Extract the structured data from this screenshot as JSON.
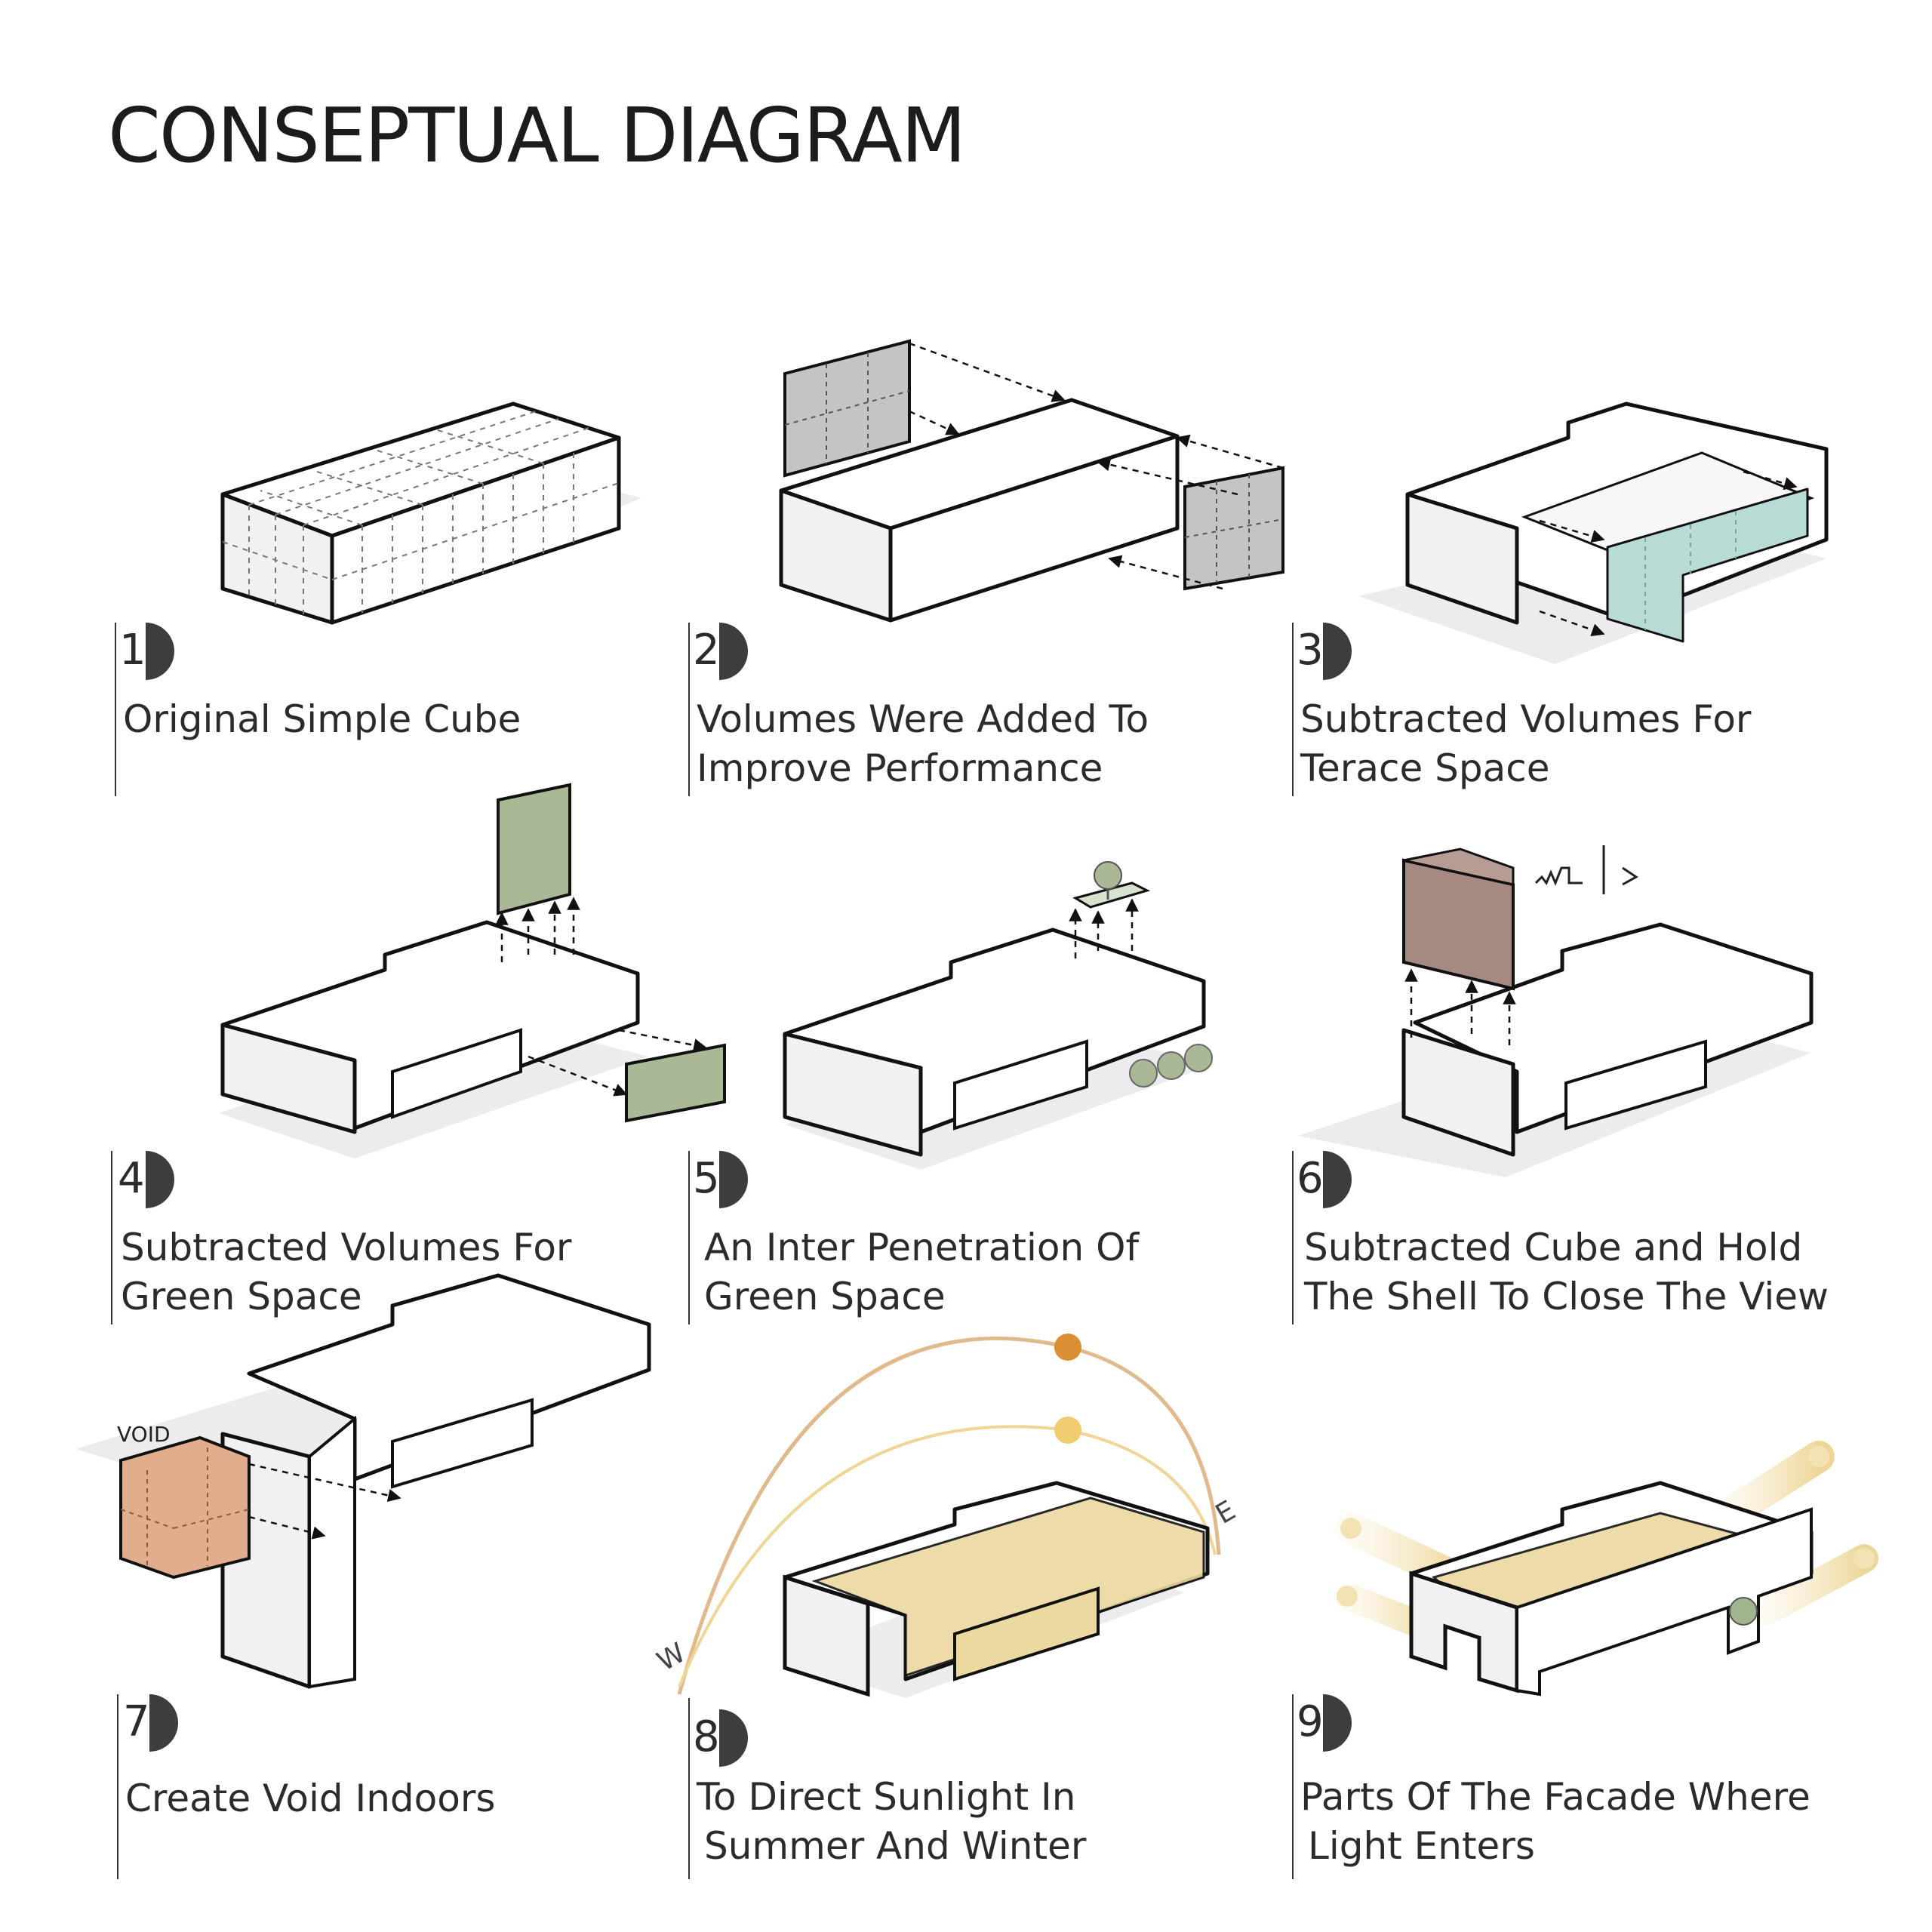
{
  "title": "CONSEPTUAL DIAGRAM",
  "steps": [
    {
      "number": "1",
      "line1": "Original Simple Cube",
      "line2": ""
    },
    {
      "number": "2",
      "line1": "Volumes Were Added To",
      "line2": "Improve Performance"
    },
    {
      "number": "3",
      "line1": "Subtracted Volumes For",
      "line2": "Terace Space"
    },
    {
      "number": "4",
      "line1": "Subtracted Volumes For",
      "line2": "Green Space"
    },
    {
      "number": "5",
      "line1": "An Inter Penetration Of",
      "line2": "Green Space"
    },
    {
      "number": "6",
      "line1": "Subtracted Cube and Hold",
      "line2": "The Shell To Close The View"
    },
    {
      "number": "7",
      "line1": "Create Void Indoors",
      "line2": ""
    },
    {
      "number": "8",
      "line1": "To Direct Sunlight In",
      "line2": "Summer And Winter"
    },
    {
      "number": "9",
      "line1": "Parts Of The Facade Where",
      "line2": "Light Enters"
    }
  ],
  "labels": {
    "void": "VOID",
    "west": "W",
    "east": "E"
  },
  "colors": {
    "outline": "#111111",
    "face_white": "#ffffff",
    "face_light": "#f2f2f4",
    "face_mid": "#e4e4e8",
    "shadow": "#e8e8ea",
    "added_gray": "#c4c4c6",
    "terrace_teal": "#b9dbd5",
    "green": "#a9b996",
    "brown": "#a68a82",
    "void_orange": "#e2ad8c",
    "sun_yellow": "#ecd9a0",
    "sun_summer": "#d98f32",
    "sun_winter": "#f0cb70",
    "tree": "#9fb58d",
    "half_circle": "#3d3d3d"
  }
}
